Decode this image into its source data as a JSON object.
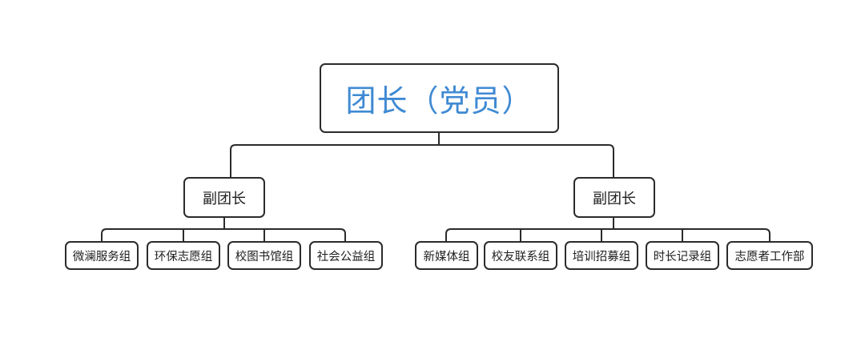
{
  "root": {
    "label": "团长（党员）"
  },
  "branches": [
    {
      "label": "副团长",
      "groups": [
        "微澜服务组",
        "环保志愿组",
        "校图书馆组",
        "社会公益组"
      ]
    },
    {
      "label": "副团长",
      "groups": [
        "新媒体组",
        "校友联系组",
        "培训招募组",
        "时长记录组",
        "志愿者工作部"
      ]
    }
  ],
  "colors": {
    "title": "#3f8ad3",
    "line": "#2b2b2b"
  }
}
